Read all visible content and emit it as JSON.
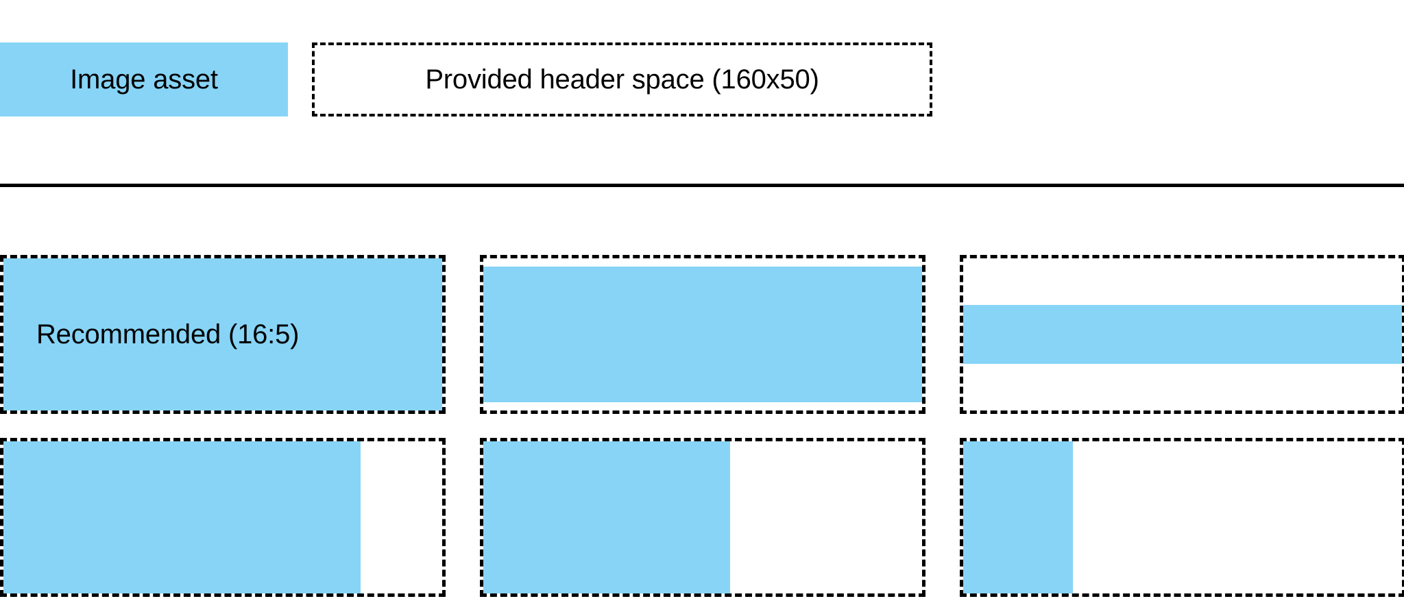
{
  "header": {
    "asset_chip": {
      "label": "Image asset",
      "color": "#87d4f7"
    },
    "provided_space": {
      "label": "Provided header space (160x50)",
      "border_style": "dashed",
      "border_color": "#000000"
    }
  },
  "divider": {
    "color": "#000000"
  },
  "grid": {
    "accent_color": "#87d4f7",
    "outline_color": "#000000",
    "rows": [
      {
        "cells": [
          {
            "label": "Recommended (16:5)",
            "fill": "full"
          },
          {
            "label": "",
            "fill": "wide-inset"
          },
          {
            "label": "",
            "fill": "band"
          }
        ]
      },
      {
        "cells": [
          {
            "label": "",
            "fill": "w80"
          },
          {
            "label": "",
            "fill": "w55"
          },
          {
            "label": "",
            "fill": "w30"
          }
        ]
      }
    ]
  }
}
